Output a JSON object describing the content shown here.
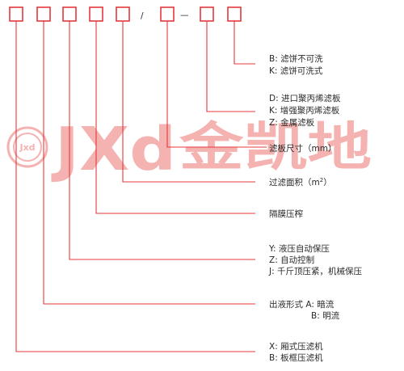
{
  "colors": {
    "line": "#e5383b",
    "watermark": "#f4b3b0",
    "text": "#2a2a2a"
  },
  "separators": {
    "slash": "/",
    "dash": "—"
  },
  "watermark": {
    "emblem_text": "Jxd",
    "latin_text": "JXd",
    "cn_text": "金凯地"
  },
  "labels": {
    "wash_b": "B:  滤饼不可洗",
    "wash_k": "K:  滤饼可洗式",
    "plate_d": "D:  进口聚丙烯滤板",
    "plate_k": "K:  增强聚丙烯滤板",
    "plate_z": "Z:  金属滤板",
    "plate_size": "滤板尺寸（mm）",
    "filter_area": "过滤面积（m",
    "filter_area_sup": "2",
    "filter_area_end": "）",
    "membrane": "隔膜压榨",
    "press_y": "Y:  液压自动保压",
    "press_z": "Z:  自动控制",
    "press_j": "J:  千斤顶压紧，机械保压",
    "outflow_a": "出液形式 A:  暗流",
    "outflow_b": "B:  明流",
    "type_x": "X:  厢式压滤机",
    "type_b": "B:  板框压滤机"
  }
}
